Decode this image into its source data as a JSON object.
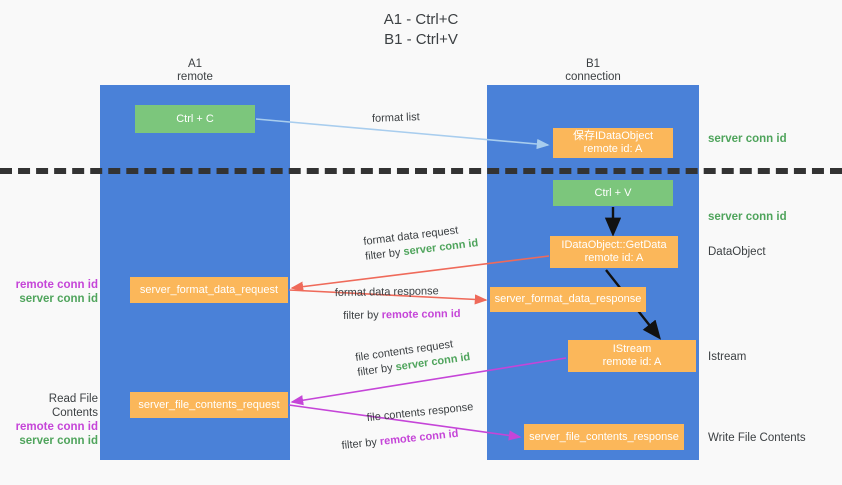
{
  "title": {
    "line1": "A1 - Ctrl+C",
    "line2": "B1 - Ctrl+V"
  },
  "lanes": [
    {
      "id": "a1",
      "name": "A1",
      "sub": "remote"
    },
    {
      "id": "b1",
      "name": "B1",
      "sub": "connection"
    }
  ],
  "nodes": {
    "ctrl_c": {
      "label": "Ctrl + C",
      "color": "#7cc67c"
    },
    "save_dataobject": {
      "line1": "保存IDataObject",
      "line2": "remote id: A",
      "color": "#fbb75a"
    },
    "ctrl_v": {
      "label": "Ctrl + V",
      "color": "#7cc67c"
    },
    "getdata": {
      "line1": "IDataObject::GetData",
      "line2": "remote id: A",
      "color": "#fbb75a"
    },
    "format_data_request": {
      "label": "server_format_data_request",
      "color": "#fbb75a"
    },
    "format_data_response": {
      "label": "server_format_data_response",
      "color": "#fbb75a"
    },
    "istream": {
      "line1": "IStream",
      "line2": "remote id: A",
      "color": "#fbb75a"
    },
    "file_contents_request": {
      "label": "server_file_contents_request",
      "color": "#fbb75a"
    },
    "file_contents_response": {
      "label": "server_file_contents_response",
      "color": "#fbb75a"
    }
  },
  "side_labels": {
    "server_conn_top": "server conn id",
    "server_conn_mid": "server conn id",
    "dataobject": "DataObject",
    "istream": "Istream",
    "write_file_contents": "Write File Contents",
    "read_file_contents": "Read File Contents",
    "remote_conn_id": "remote conn id",
    "server_conn_id": "server conn id"
  },
  "arrow_labels": {
    "format_list": "format list",
    "format_data_request": "format data request",
    "format_data_request_filter_prefix": "filter by ",
    "format_data_request_filter_key": "server conn id",
    "format_data_response": "format data response",
    "format_data_response_filter_prefix": "filter by ",
    "format_data_response_filter_key": "remote conn id",
    "file_contents_request": "file contents request",
    "file_contents_request_filter_prefix": "filter by ",
    "file_contents_request_filter_key": "server conn id",
    "file_contents_response": "file contents response",
    "file_contents_response_filter_prefix": "filter by ",
    "file_contents_response_filter_key": "remote conn id"
  },
  "colors": {
    "lane_blue": "#4a81d8",
    "green_box": "#7cc67c",
    "orange_box": "#fbb75a",
    "green_text": "#4fa45c",
    "magenta_text": "#c545d8",
    "arrow_blue": "#a8cdee",
    "arrow_red": "#ef6a5a",
    "arrow_magenta": "#c545d8",
    "arrow_black": "#111111",
    "background": "#f9f9f9"
  }
}
